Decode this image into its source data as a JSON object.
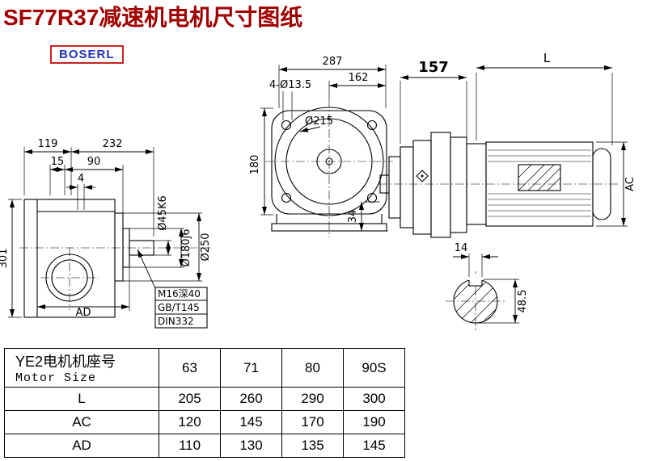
{
  "colors": {
    "title": "#a00000",
    "brand_text": "#2233bb",
    "brand_border": "#cc2222",
    "line": "#000000",
    "background": "#ffffff"
  },
  "page": {
    "title": "SF77R37减速机电机尺寸图纸",
    "brand": "BOSERL"
  },
  "dims": {
    "front": {
      "overall_width": "287",
      "inner_width": "162",
      "bolt_holes": "4-Ø13.5",
      "flange_dia": "Ø215",
      "center_height": "180",
      "foot_height": "34"
    },
    "motor": {
      "adapter_length": "157",
      "motor_length": "L",
      "motor_dia": "AC"
    },
    "left": {
      "width_left": "119",
      "width_total": "232",
      "offset_1": "15",
      "offset_2": "90",
      "offset_3": "4",
      "total_height": "301",
      "height_label": "AD",
      "shaft_dia": "Ø45K6",
      "spigot_dia": "Ø180j6",
      "flange_dia": "Ø250",
      "tap_note": "M16深40",
      "standard_1": "GB/T145",
      "standard_2": "DIN332"
    },
    "shaft_section": {
      "key_width": "14",
      "shaft_height": "48.5"
    }
  },
  "table": {
    "header_line1": "YE2电机机座号",
    "header_line2": "Motor Size",
    "sizes": [
      "63",
      "71",
      "80",
      "90S"
    ],
    "rows": [
      {
        "label": "L",
        "values": [
          "205",
          "260",
          "290",
          "300"
        ]
      },
      {
        "label": "AC",
        "values": [
          "120",
          "145",
          "170",
          "190"
        ]
      },
      {
        "label": "AD",
        "values": [
          "110",
          "130",
          "135",
          "145"
        ]
      }
    ]
  }
}
